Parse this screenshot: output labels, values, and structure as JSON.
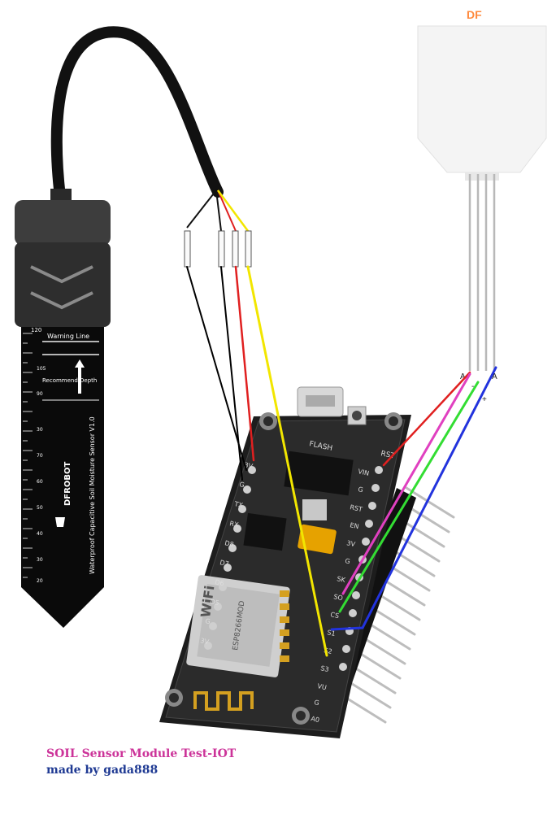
{
  "brand_text": "DF",
  "probe": {
    "top_label": "120",
    "warning_label": "Warning Line",
    "recommend_label": "Recommend Depth",
    "scale_labels": [
      "105",
      "90",
      "30",
      "70",
      "60",
      "50",
      "40",
      "30",
      "20"
    ],
    "vendor": "DFROBOT",
    "product": "Waterproof Capacitive Soil Moisture Sensor V1.0"
  },
  "board": {
    "button_labels": [
      "FLASH",
      "RST"
    ],
    "left_pins": [
      "3V",
      "G",
      "TX",
      "RX",
      "D8",
      "D7",
      "D6",
      "D5",
      "G",
      "3V"
    ],
    "right_pins": [
      "VIN",
      "G",
      "RST",
      "EN",
      "3V",
      "G",
      "SK",
      "SO",
      "CS",
      "S1",
      "S2",
      "S3",
      "VU",
      "G",
      "A0"
    ],
    "wifi_label": "WiFi",
    "module_label": "ESP8266MOD"
  },
  "captions": {
    "title": "SOIL Sensor Module Test-IOT",
    "author": "made by gada888"
  },
  "colors": {
    "caption_title": "#cc3399",
    "caption_author": "#1f3a93",
    "brand": "#ff8a3d",
    "wire_black": "#000000",
    "wire_red": "#e02020",
    "wire_yellow": "#f2e600",
    "wire_magenta": "#e040c0",
    "wire_green": "#33dd33",
    "wire_blue": "#2233dd"
  }
}
